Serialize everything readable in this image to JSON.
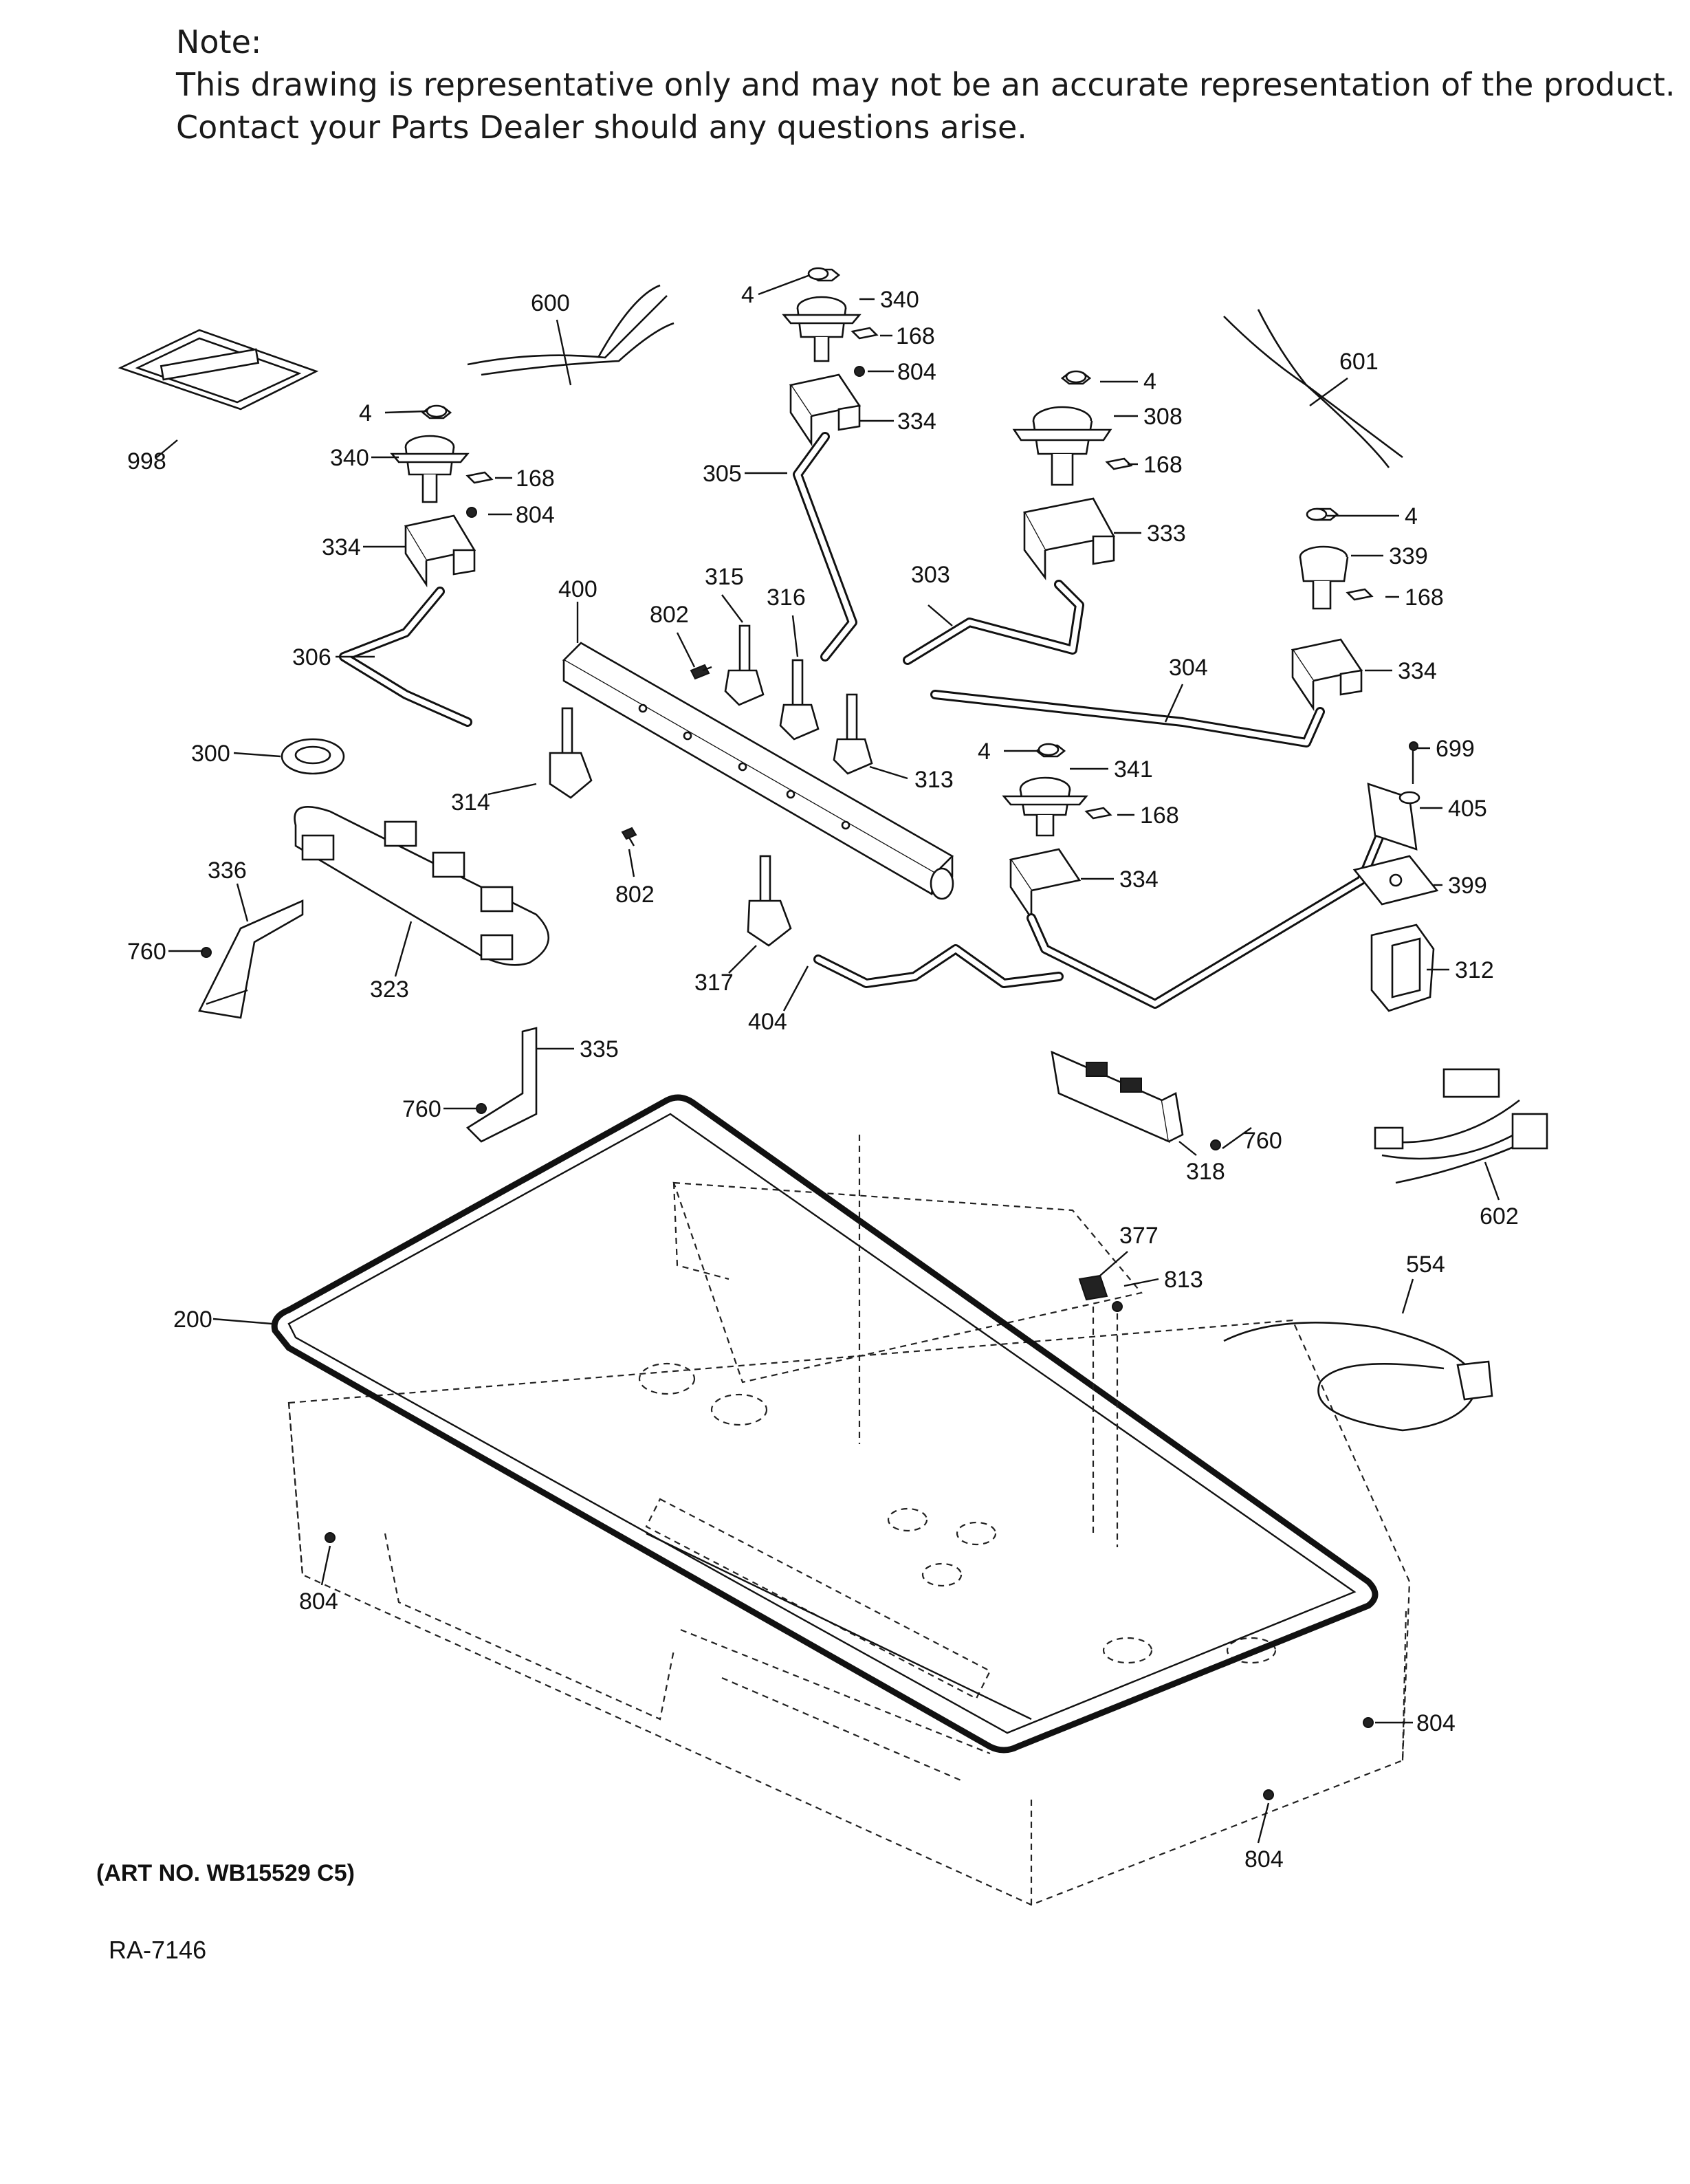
{
  "note": {
    "heading": "Note:",
    "line1": "This drawing is representative only and may not be an accurate representation of the product.",
    "line2": "Contact your Parts Dealer should any questions arise."
  },
  "art_number": "(ART NO. WB15529 C5)",
  "ra_code": "RA-7146",
  "callouts": {
    "p998": "998",
    "p600": "600",
    "p4a": "4",
    "p340a": "340",
    "p168a": "168",
    "p804a": "804",
    "p334a": "334",
    "p4b": "4",
    "p340b": "340",
    "p168b": "168",
    "p804b": "804",
    "p334b": "334",
    "p305": "305",
    "p306": "306",
    "p400": "400",
    "p802a": "802",
    "p315": "315",
    "p316": "316",
    "p313": "313",
    "p314": "314",
    "p300": "300",
    "p802b": "802",
    "p336": "336",
    "p760a": "760",
    "p323": "323",
    "p317": "317",
    "p404": "404",
    "p4c": "4",
    "p308": "308",
    "p168c": "168",
    "p333": "333",
    "p303": "303",
    "p601": "601",
    "p4d": "4",
    "p339": "339",
    "p168d": "168",
    "p334c": "334",
    "p304": "304",
    "p4e": "4",
    "p341": "341",
    "p168e": "168",
    "p334d": "334",
    "p699": "699",
    "p405": "405",
    "p399": "399",
    "p312": "312",
    "p335": "335",
    "p760b": "760",
    "p318": "318",
    "p760c": "760",
    "p602": "602",
    "p377": "377",
    "p813": "813",
    "p554": "554",
    "p200": "200",
    "p804c": "804",
    "p804d": "804",
    "p804e": "804"
  }
}
